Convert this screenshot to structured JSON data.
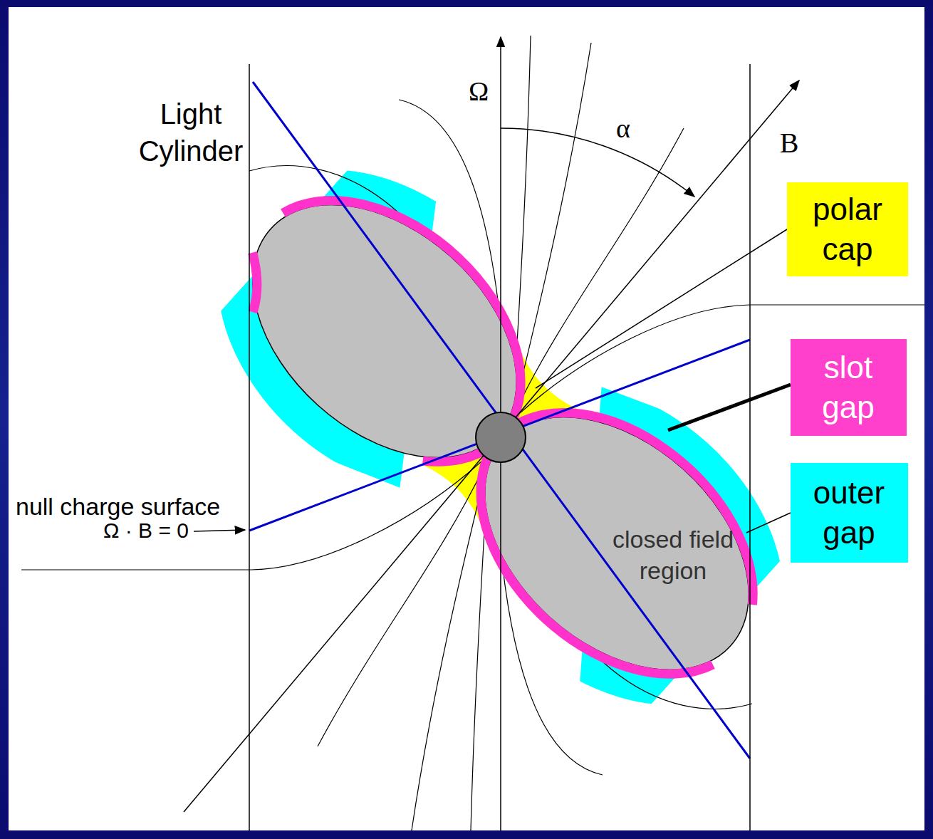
{
  "diagram": {
    "nodes": [
      {
        "text": [
          "polar cap"
        ]
      },
      {
        "text": [
          "slot gap"
        ]
      },
      {
        "text": [
          "outer gap"
        ]
      }
    ],
    "labels": [
      "Light Cylinder",
      "Ω",
      "α",
      "B",
      "null charge surface",
      "Ω · B = 0",
      "closed field region"
    ]
  }
}
